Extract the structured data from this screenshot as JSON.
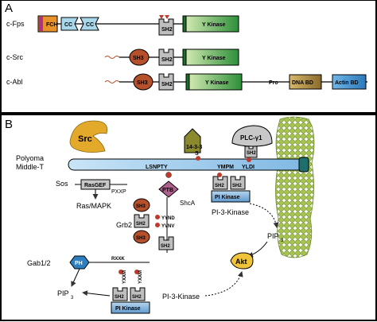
{
  "panel_a": {
    "label": "A",
    "rows": [
      {
        "name": "c-Fps",
        "domains": {
          "fch": "FCH",
          "cc1": "CC",
          "cc2": "CC",
          "sh2": "SH2",
          "kinase": "Y Kinase"
        }
      },
      {
        "name": "c-Src",
        "domains": {
          "sh3": "SH3",
          "sh2": "SH2",
          "kinase": "Y Kinase"
        }
      },
      {
        "name": "c-Abl",
        "domains": {
          "sh3": "SH3",
          "sh2": "SH2",
          "kinase": "Y Kinase",
          "pro": "Pro",
          "dna": "DNA BD",
          "actin": "Actin BD"
        }
      }
    ]
  },
  "panel_b": {
    "label": "B",
    "src": "Src",
    "mt_line1": "Polyoma",
    "mt_line2": "Middle-T",
    "motif_lsnpty": "LSNPTY",
    "motif_ympm": "YMPM",
    "motif_yldi": "YLDI",
    "p14": "14-3-3",
    "s_label": "S",
    "plc": "PLC-γ1",
    "ptb": "PTB",
    "shca": "ShcA",
    "sos": "Sos",
    "rasgef": "RasGEF",
    "pxxp": "PXXP",
    "rasmapk": "Ras/MAPK",
    "grb2": "Grb2",
    "sh3": "SH3",
    "sh2": "SH2",
    "yynd": "YYND",
    "yvnv": "YVNV",
    "gab": "Gab1/2",
    "ph": "PH",
    "rxxk": "RXXK",
    "yxxm": "YXXM",
    "pi_kinase": "PI Kinase",
    "pi3k_label": "PI-3-Kinase",
    "pi3k_label2": "PI-3-Kinase",
    "pip3_base": "PIP",
    "pip3_sub": "3",
    "akt": "Akt",
    "p": "P"
  },
  "colors": {
    "fch": "#e8922c",
    "cc": "#a8d8ea",
    "sh2": "#bfbfbf",
    "kinase_light": "#d6ecb5",
    "kinase_dark": "#2d8f3a",
    "sh3": "#b5502a",
    "dna": "#b08a3a",
    "actin": "#3b8fd0",
    "src": "#e3a92b",
    "mt_bar": "#a9d2f0",
    "ptb": "#b0608e",
    "p1433": "#8a8a2c",
    "ph": "#2d7fc0",
    "akt": "#f0c43a",
    "pi_kinase": "#7fb2dc",
    "phospho": "#c0392b",
    "membrane": "#9ab84a"
  }
}
